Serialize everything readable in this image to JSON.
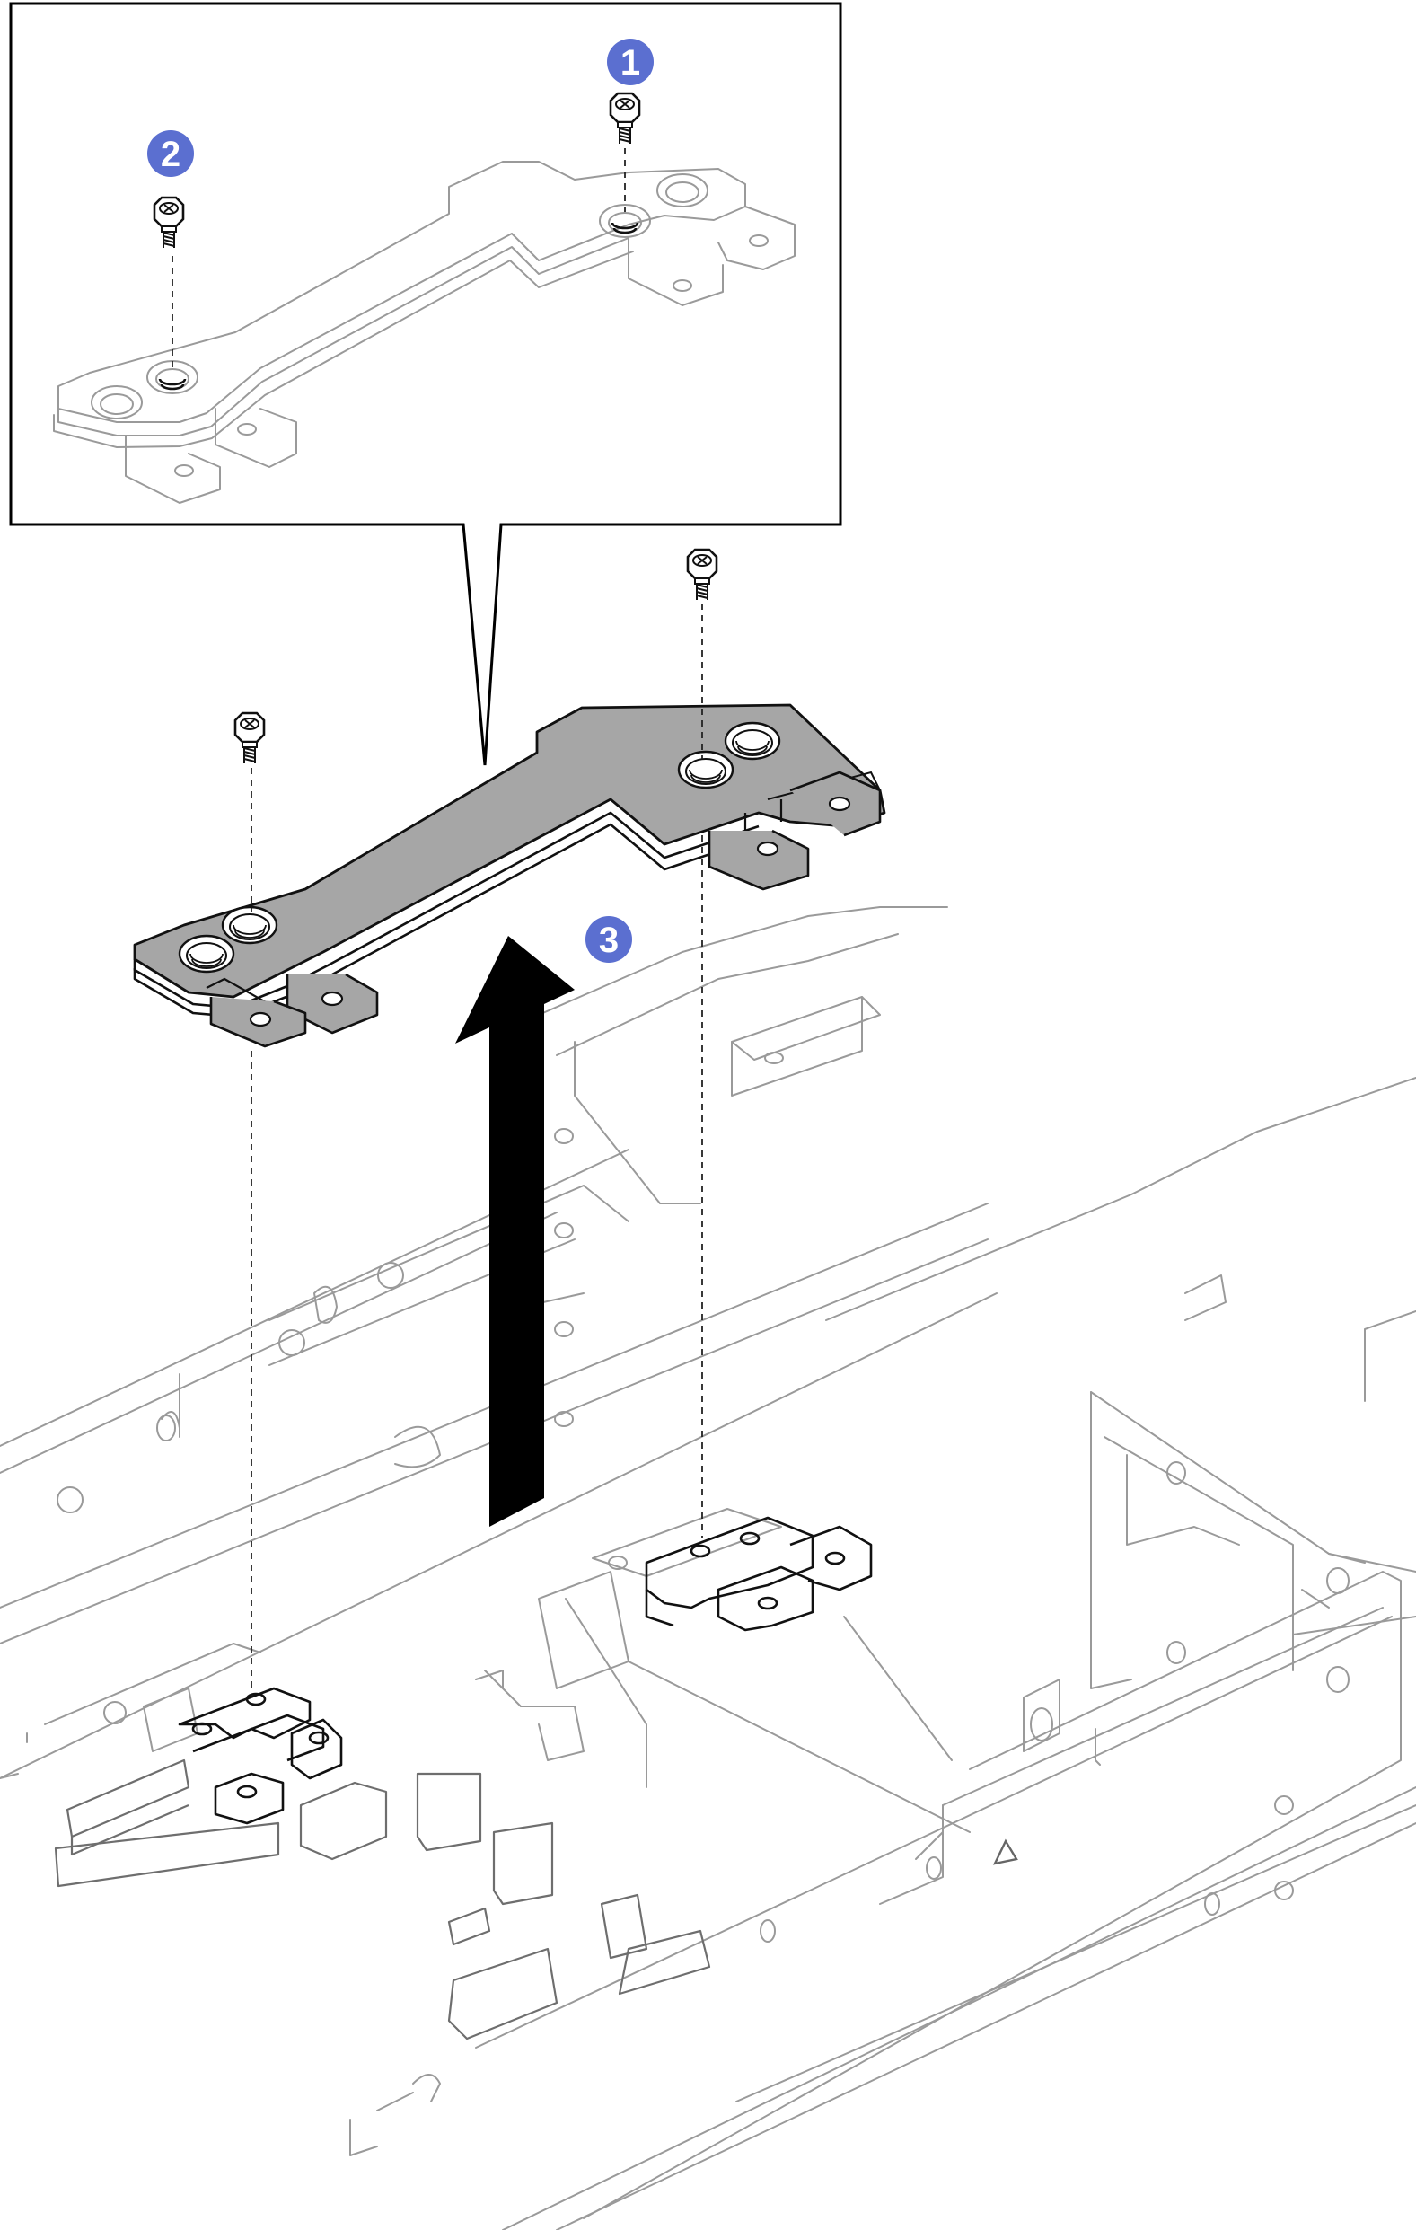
{
  "colors": {
    "callout_fill": "#5b6fd0",
    "callout_text": "#ffffff",
    "bracket_fill": "#a6a6a6",
    "arrow": "#000000",
    "line_light": "#9a9a9a",
    "line_dark": "#111111"
  },
  "callouts": [
    {
      "id": "step-1",
      "label": "1"
    },
    {
      "id": "step-2",
      "label": "2"
    },
    {
      "id": "step-3",
      "label": "3"
    }
  ],
  "icons": [
    "screw-icon",
    "up-arrow-icon",
    "warning-triangle-icon"
  ]
}
